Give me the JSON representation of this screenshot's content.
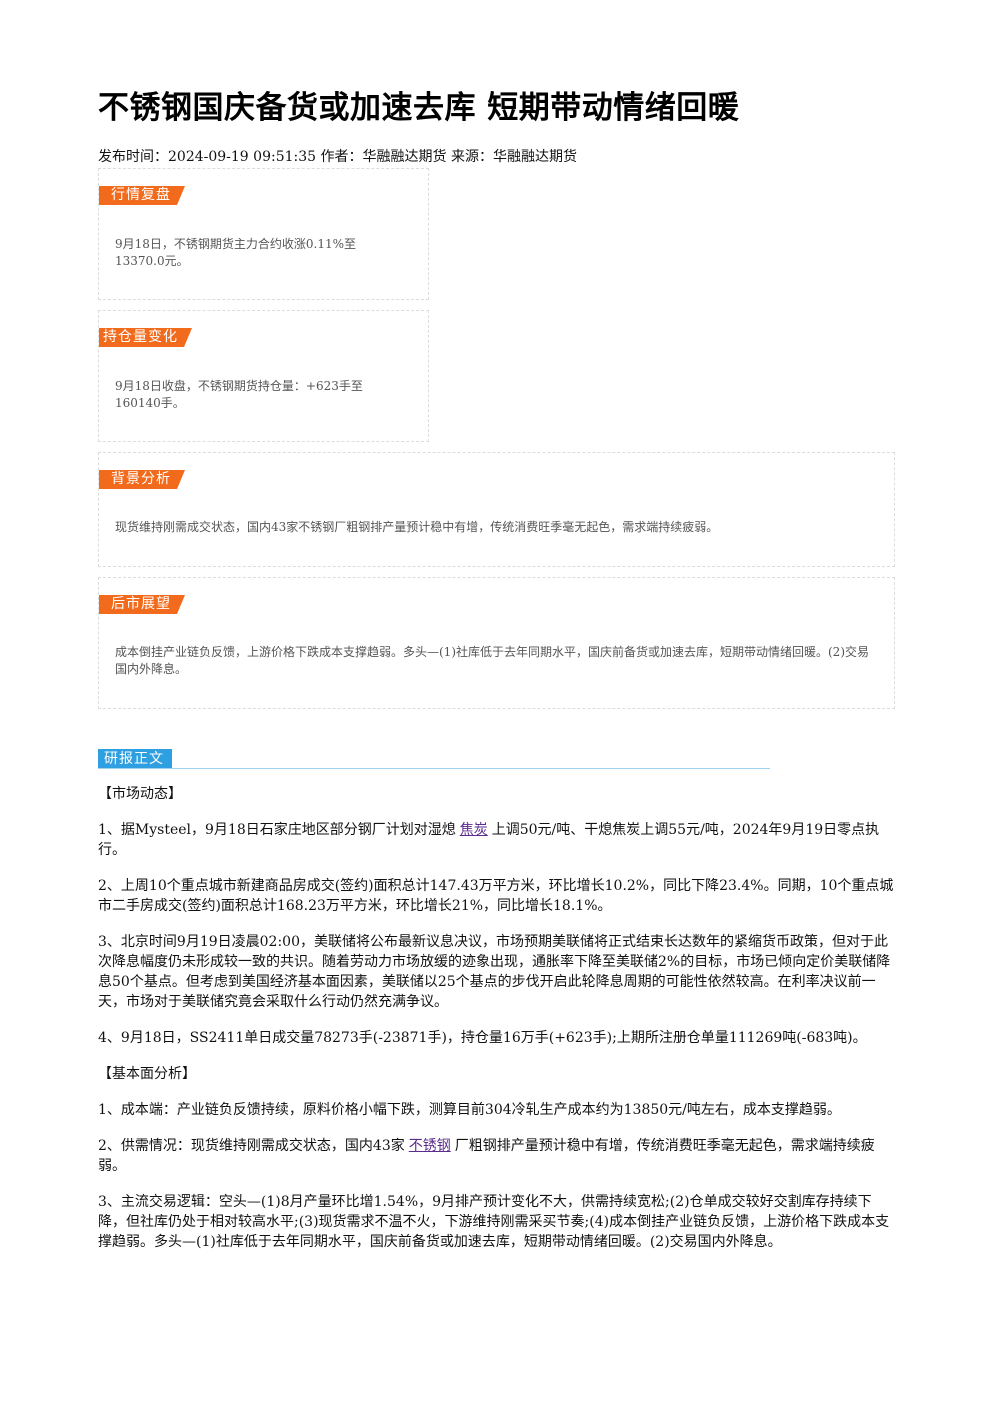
{
  "title": "不锈钢国庆备货或加速去库 短期带动情绪回暖",
  "meta": {
    "publish_label": "发布时间：",
    "publish_time": "2024-09-19 09:51:35",
    "author_label": "作者：",
    "author": "华融融达期货",
    "source_label": "来源：",
    "source": "华融融达期货"
  },
  "cards": {
    "review": {
      "tag": "行情复盘",
      "text": "9月18日，不锈钢期货主力合约收涨0.11%至13370.0元。"
    },
    "position": {
      "tag": "持仓量变化",
      "text": "9月18日收盘，不锈钢期货持仓量：+623手至160140手。"
    },
    "background": {
      "tag": "背景分析",
      "text": "现货维持刚需成交状态，国内43家不锈钢厂粗钢排产量预计稳中有增，传统消费旺季毫无起色，需求端持续疲弱。"
    },
    "outlook": {
      "tag": "后市展望",
      "text": "成本倒挂产业链负反馈，上游价格下跌成本支撑趋弱。多头—(1)社库低于去年同期水平，国庆前备货或加速去库，短期带动情绪回暖。(2)交易国内外降息。"
    }
  },
  "report": {
    "section_tag": "研报正文",
    "market_heading": "【市场动态】",
    "m1_before": "1、据Mysteel，9月18日石家庄地区部分钢厂计划对湿熄",
    "m1_link": "焦炭",
    "m1_after": "上调50元/吨、干熄焦炭上调55元/吨，2024年9月19日零点执行。",
    "m2": "2、上周10个重点城市新建商品房成交(签约)面积总计147.43万平方米，环比增长10.2%，同比下降23.4%。同期，10个重点城市二手房成交(签约)面积总计168.23万平方米，环比增长21%，同比增长18.1%。",
    "m3": "3、北京时间9月19日凌晨02:00，美联储将公布最新议息决议，市场预期美联储将正式结束长达数年的紧缩货币政策，但对于此次降息幅度仍未形成较一致的共识。随着劳动力市场放缓的迹象出现，通胀率下降至美联储2%的目标，市场已倾向定价美联储降息50个基点。但考虑到美国经济基本面因素，美联储以25个基点的步伐开启此轮降息周期的可能性依然较高。在利率决议前一天，市场对于美联储究竟会采取什么行动仍然充满争议。",
    "m4": "4、9月18日，SS2411单日成交量78273手(-23871手)，持仓量16万手(+623手);上期所注册仓单量111269吨(-683吨)。",
    "fund_heading": "【基本面分析】",
    "f1": "1、成本端：产业链负反馈持续，原料价格小幅下跌，测算目前304冷轧生产成本约为13850元/吨左右，成本支撑趋弱。",
    "f2_before": "2、供需情况：现货维持刚需成交状态，国内43家",
    "f2_link": "不锈钢",
    "f2_after": "厂粗钢排产量预计稳中有增，传统消费旺季毫无起色，需求端持续疲弱。",
    "f3": "3、主流交易逻辑：空头—(1)8月产量环比增1.54%，9月排产预计变化不大，供需持续宽松;(2)仓单成交较好交割库存持续下降，但社库仍处于相对较高水平;(3)现货需求不温不火，下游维持刚需采买节奏;(4)成本倒挂产业链负反馈，上游价格下跌成本支撑趋弱。多头—(1)社库低于去年同期水平，国庆前备货或加速去库，短期带动情绪回暖。(2)交易国内外降息。"
  }
}
